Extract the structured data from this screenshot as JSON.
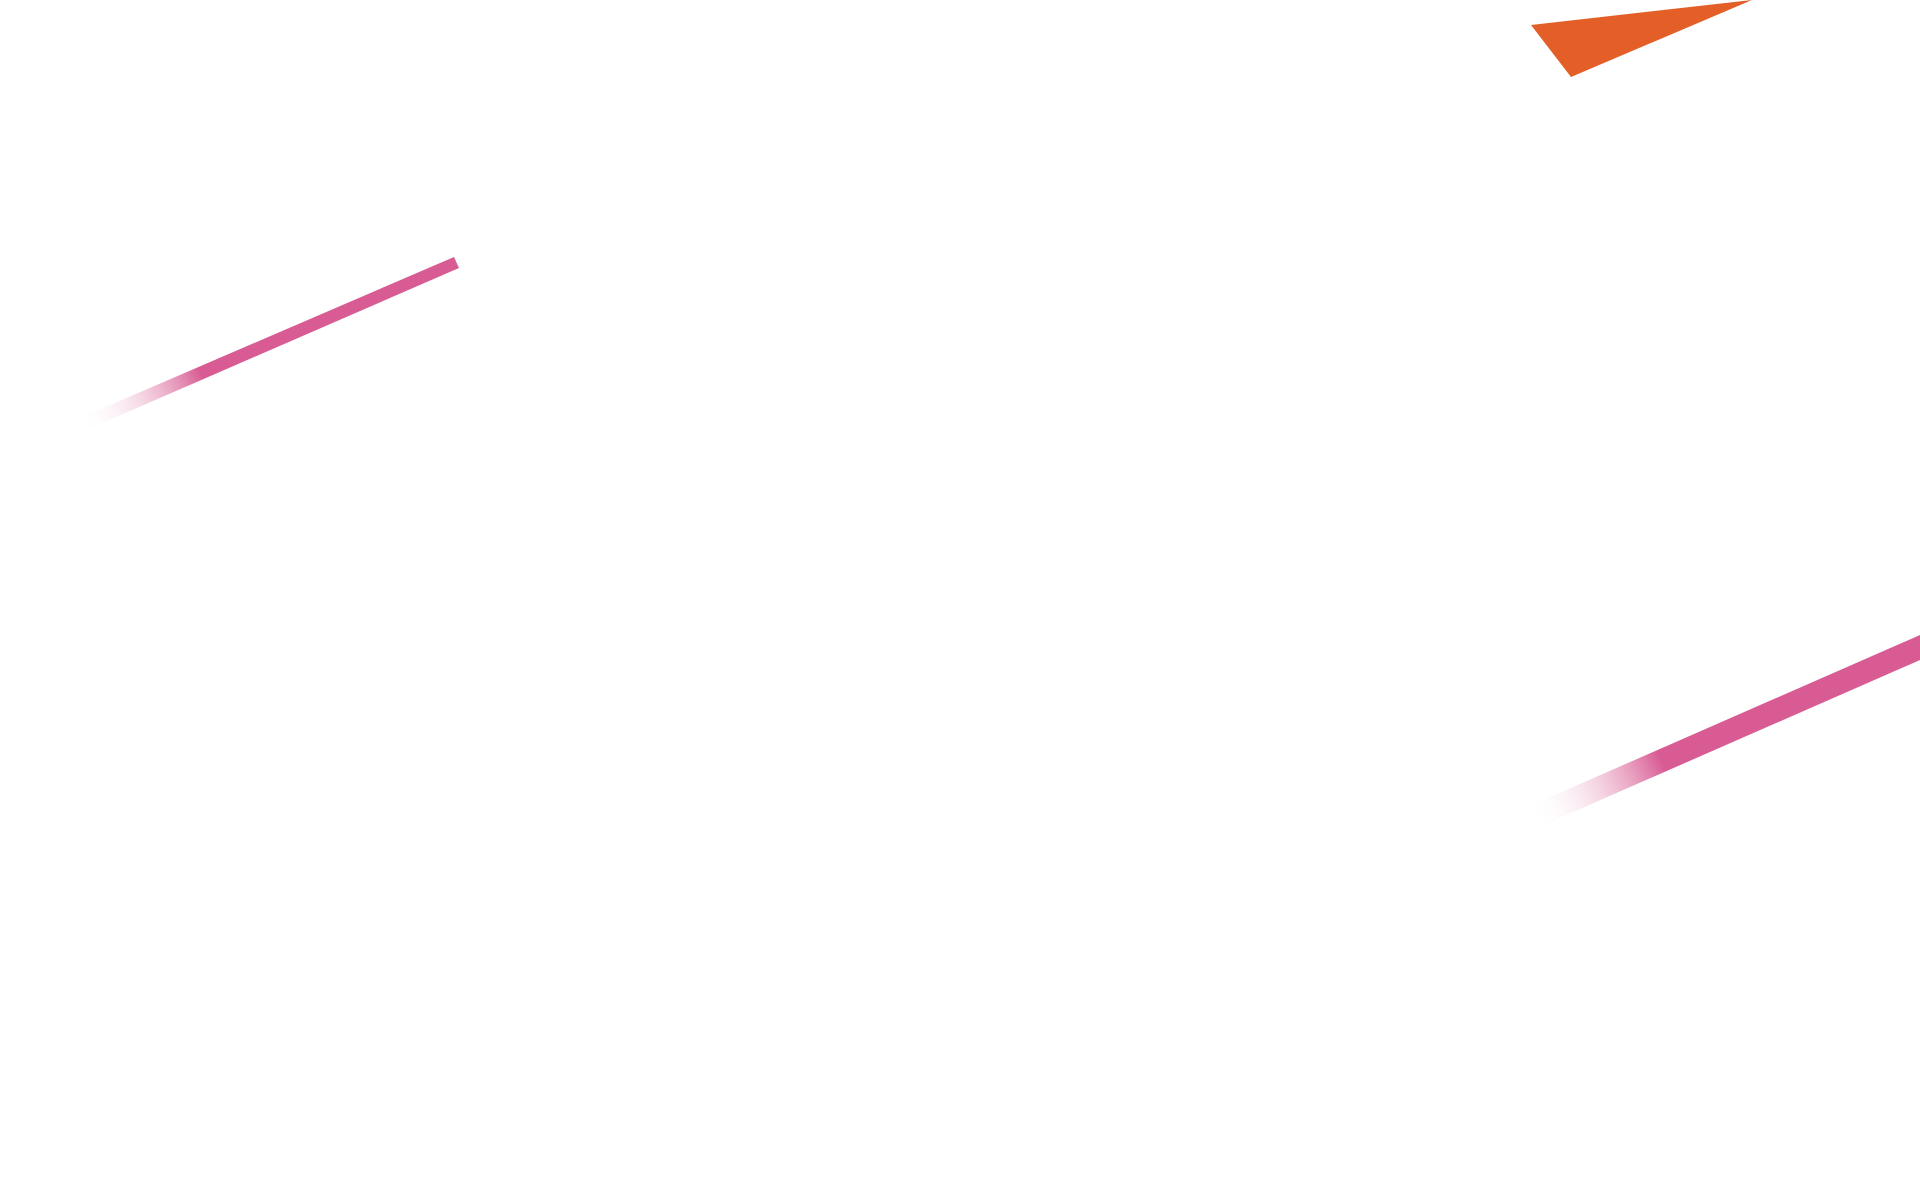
{
  "background": "#ffffff",
  "colors": {
    "pink_stripe": "#d85b93",
    "pink_fade": "#ffffff",
    "orange_triangle": "#e35f27"
  },
  "shapes": [
    {
      "name": "pink-diagonal-stripe-left",
      "kind": "gradient-stripe"
    },
    {
      "name": "orange-triangle-top",
      "kind": "triangle"
    },
    {
      "name": "pink-diagonal-stripe-right",
      "kind": "gradient-stripe"
    }
  ]
}
